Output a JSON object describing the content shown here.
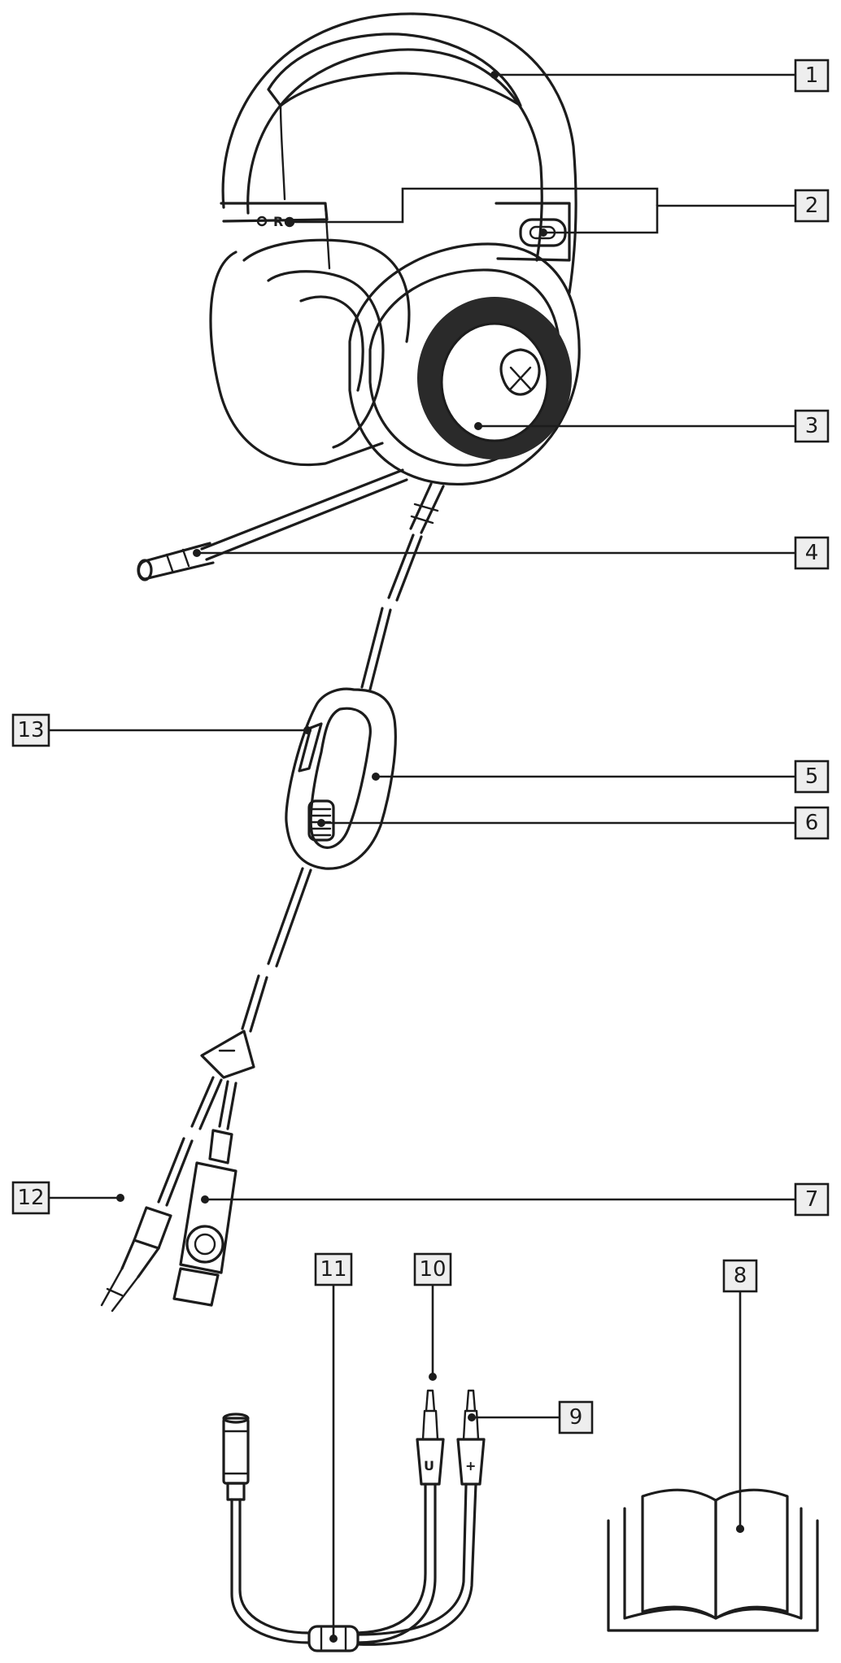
{
  "diagram": {
    "headphone_side_mark": "R",
    "callouts": [
      {
        "id": "1",
        "label": "1"
      },
      {
        "id": "2",
        "label": "2"
      },
      {
        "id": "3",
        "label": "3"
      },
      {
        "id": "4",
        "label": "4"
      },
      {
        "id": "5",
        "label": "5"
      },
      {
        "id": "6",
        "label": "6"
      },
      {
        "id": "7",
        "label": "7"
      },
      {
        "id": "8",
        "label": "8"
      },
      {
        "id": "9",
        "label": "9"
      },
      {
        "id": "10",
        "label": "10"
      },
      {
        "id": "11",
        "label": "11"
      },
      {
        "id": "12",
        "label": "12"
      },
      {
        "id": "13",
        "label": "13"
      }
    ]
  }
}
